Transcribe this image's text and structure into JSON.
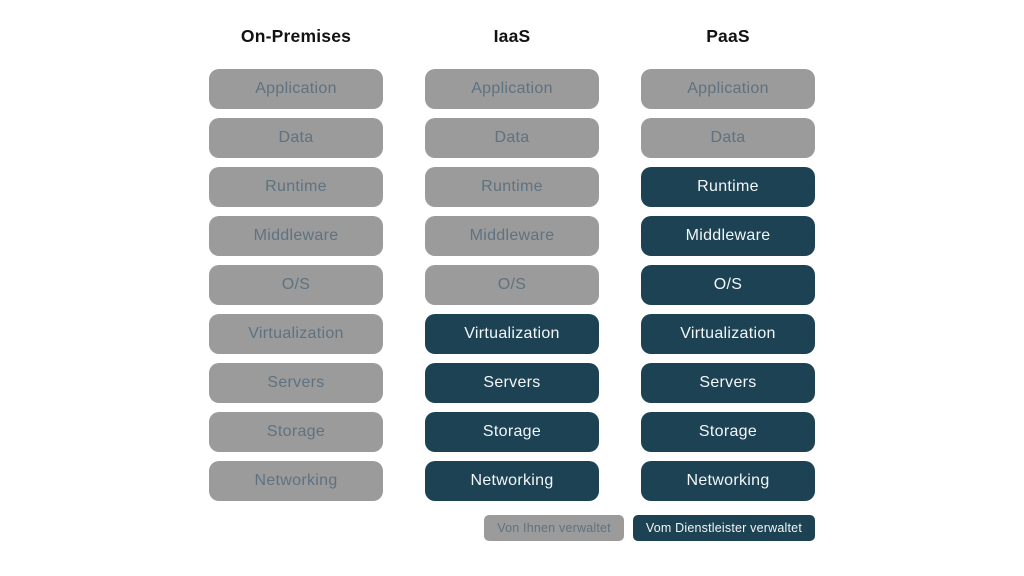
{
  "diagram": {
    "columns": [
      {
        "title": "On-Premises",
        "layers": [
          {
            "label": "Application",
            "managed_by": "user"
          },
          {
            "label": "Data",
            "managed_by": "user"
          },
          {
            "label": "Runtime",
            "managed_by": "user"
          },
          {
            "label": "Middleware",
            "managed_by": "user"
          },
          {
            "label": "O/S",
            "managed_by": "user"
          },
          {
            "label": "Virtualization",
            "managed_by": "user"
          },
          {
            "label": "Servers",
            "managed_by": "user"
          },
          {
            "label": "Storage",
            "managed_by": "user"
          },
          {
            "label": "Networking",
            "managed_by": "user"
          }
        ]
      },
      {
        "title": "IaaS",
        "layers": [
          {
            "label": "Application",
            "managed_by": "user"
          },
          {
            "label": "Data",
            "managed_by": "user"
          },
          {
            "label": "Runtime",
            "managed_by": "user"
          },
          {
            "label": "Middleware",
            "managed_by": "user"
          },
          {
            "label": "O/S",
            "managed_by": "user"
          },
          {
            "label": "Virtualization",
            "managed_by": "provider"
          },
          {
            "label": "Servers",
            "managed_by": "provider"
          },
          {
            "label": "Storage",
            "managed_by": "provider"
          },
          {
            "label": "Networking",
            "managed_by": "provider"
          }
        ]
      },
      {
        "title": "PaaS",
        "layers": [
          {
            "label": "Application",
            "managed_by": "user"
          },
          {
            "label": "Data",
            "managed_by": "user"
          },
          {
            "label": "Runtime",
            "managed_by": "provider"
          },
          {
            "label": "Middleware",
            "managed_by": "provider"
          },
          {
            "label": "O/S",
            "managed_by": "provider"
          },
          {
            "label": "Virtualization",
            "managed_by": "provider"
          },
          {
            "label": "Servers",
            "managed_by": "provider"
          },
          {
            "label": "Storage",
            "managed_by": "provider"
          },
          {
            "label": "Networking",
            "managed_by": "provider"
          }
        ]
      }
    ],
    "legend": [
      {
        "label": "Von Ihnen verwaltet",
        "managed_by": "user"
      },
      {
        "label": "Vom Dienstleister verwaltet",
        "managed_by": "provider"
      }
    ],
    "colors": {
      "user_fill": "#9b9b9b",
      "user_text": "#5f7280",
      "provider_fill": "#1c4254",
      "provider_text": "#f2f6f8",
      "header_text": "#121212",
      "background": "#ffffff"
    }
  }
}
